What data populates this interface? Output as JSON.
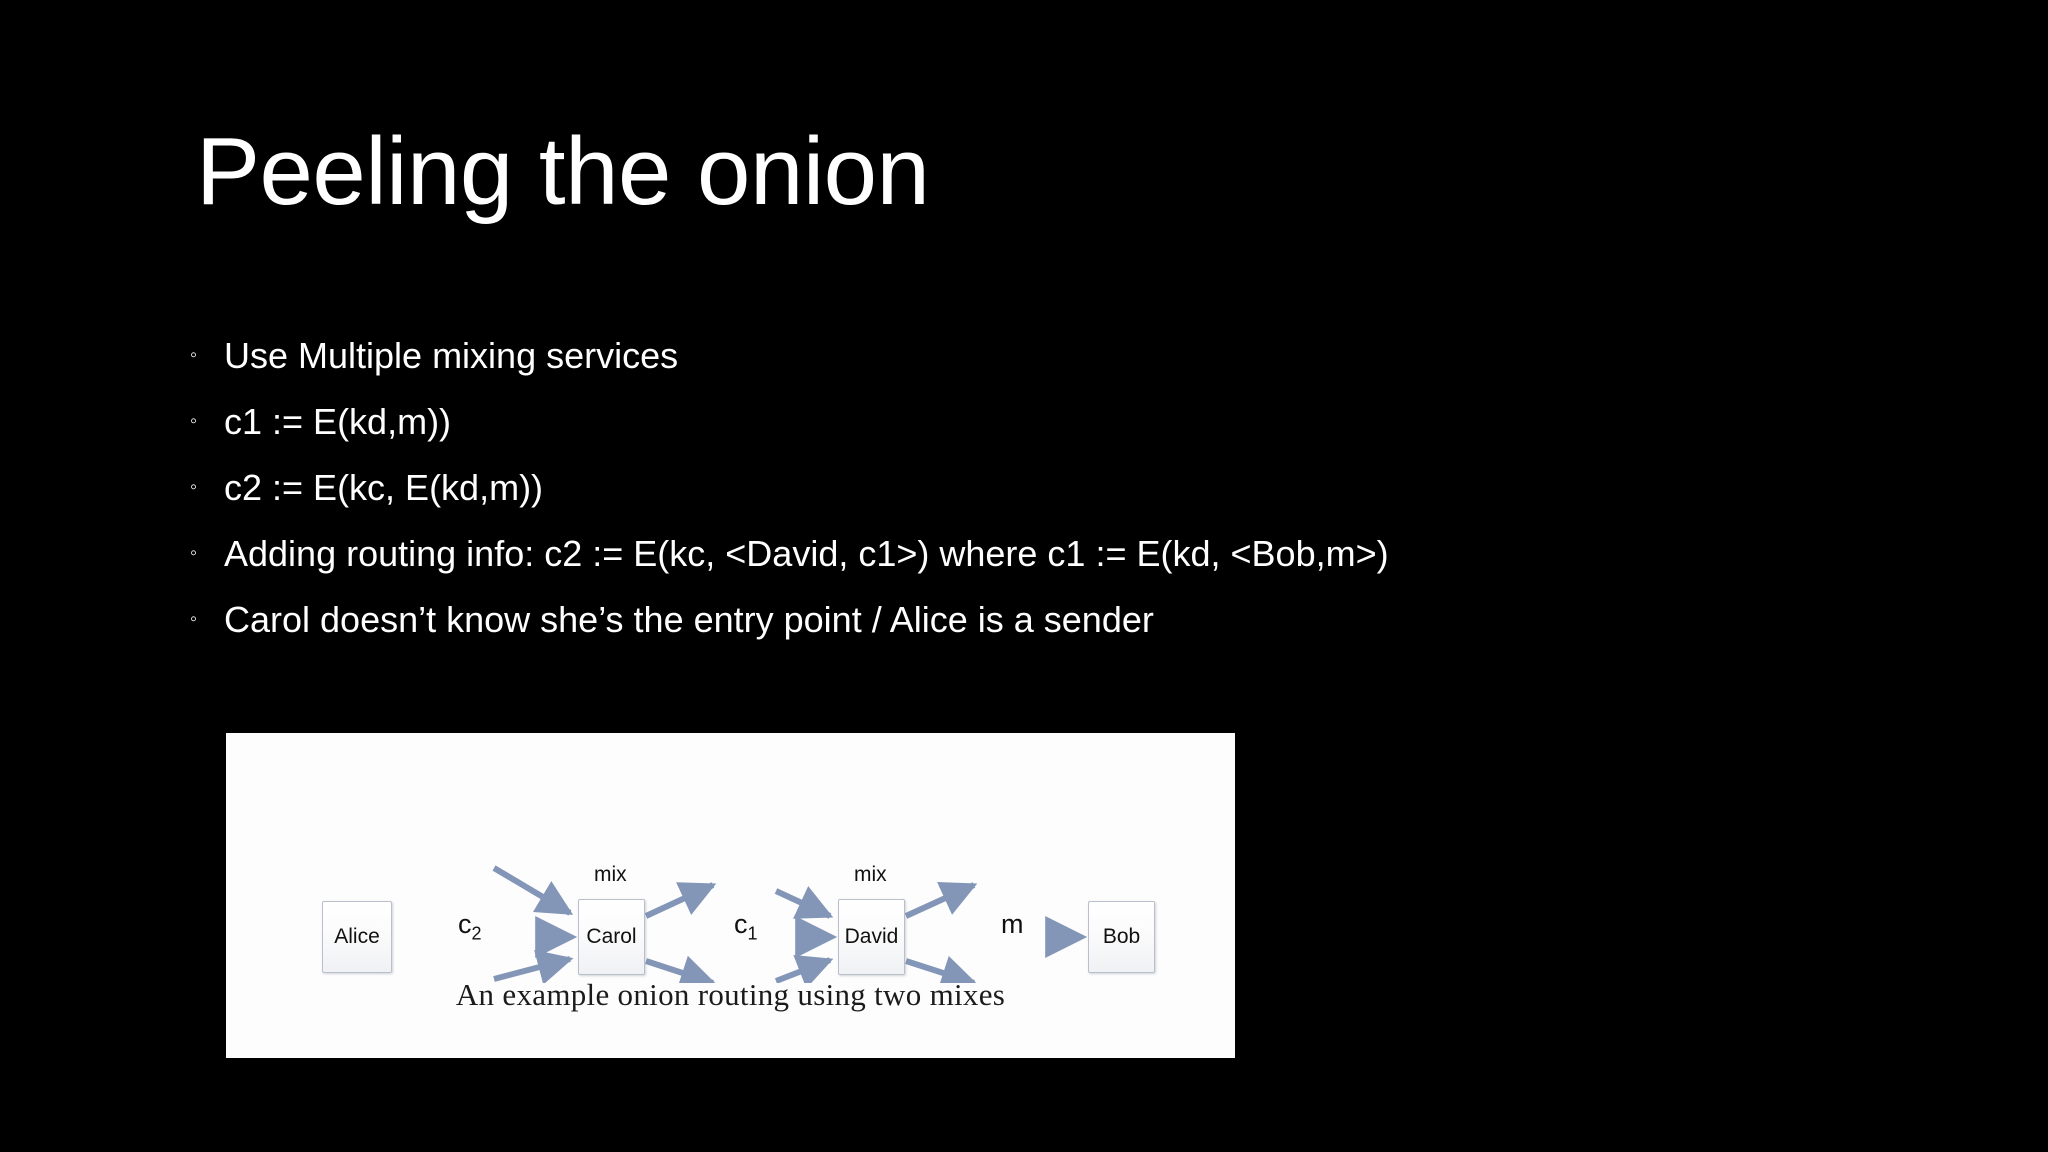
{
  "slide": {
    "background_color": "#000000",
    "text_color": "#ffffff",
    "title": "Peeling the onion",
    "bullet_marker": "◦",
    "bullets": [
      {
        "text": "Use Multiple mixing services"
      },
      {
        "text": "c1 := E(kd,m))"
      },
      {
        "text": "c2 := E(kc, E(kd,m))"
      },
      {
        "text": "Adding routing info: c2 := E(kc, <David, c1>) where c1 := E(kd, <Bob,m>)"
      },
      {
        "text": "Carol doesn’t know she’s the entry point / Alice is a sender"
      }
    ]
  },
  "figure": {
    "background_color": "#fdfdfd",
    "accent_color": "#8496b8",
    "node_border_color": "#b9bfcb",
    "caption": "An example onion routing using two mixes",
    "nodes": [
      {
        "id": "alice",
        "label": "Alice"
      },
      {
        "id": "carol",
        "label": "Carol"
      },
      {
        "id": "david",
        "label": "David"
      },
      {
        "id": "bob",
        "label": "Bob"
      }
    ],
    "mix_labels": [
      {
        "for": "carol",
        "label": "mix"
      },
      {
        "for": "david",
        "label": "mix"
      }
    ],
    "edge_labels": [
      {
        "id": "c2",
        "base": "c",
        "sub": "2"
      },
      {
        "id": "c1",
        "base": "c",
        "sub": "1"
      },
      {
        "id": "m",
        "base": "m",
        "sub": ""
      }
    ]
  }
}
